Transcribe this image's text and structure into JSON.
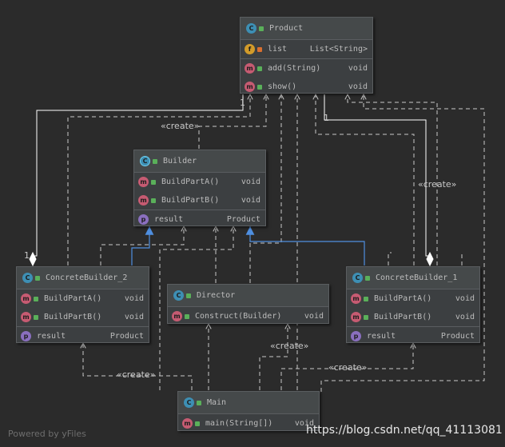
{
  "nodes": {
    "product": {
      "name": "Product",
      "fields": [
        {
          "name": "list",
          "type": "List<String>"
        }
      ],
      "methods": [
        {
          "name": "add(String)",
          "type": "void"
        },
        {
          "name": "show()",
          "type": "void"
        }
      ]
    },
    "builder": {
      "name": "Builder",
      "methods": [
        {
          "name": "BuildPartA()",
          "type": "void"
        },
        {
          "name": "BuildPartB()",
          "type": "void"
        }
      ],
      "properties": [
        {
          "name": "result",
          "type": "Product"
        }
      ]
    },
    "concrete_builder_2": {
      "name": "ConcreteBuilder_2",
      "methods": [
        {
          "name": "BuildPartA()",
          "type": "void"
        },
        {
          "name": "BuildPartB()",
          "type": "void"
        }
      ],
      "properties": [
        {
          "name": "result",
          "type": "Product"
        }
      ]
    },
    "concrete_builder_1": {
      "name": "ConcreteBuilder_1",
      "methods": [
        {
          "name": "BuildPartA()",
          "type": "void"
        },
        {
          "name": "BuildPartB()",
          "type": "void"
        }
      ],
      "properties": [
        {
          "name": "result",
          "type": "Product"
        }
      ]
    },
    "director": {
      "name": "Director",
      "methods": [
        {
          "name": "Construct(Builder)",
          "type": "void"
        }
      ]
    },
    "main": {
      "name": "Main",
      "methods": [
        {
          "name": "main(String[])",
          "type": "void"
        }
      ]
    }
  },
  "edge_labels": {
    "create": "«create»",
    "multiplicity_one": "1"
  },
  "badges": {
    "class": "C",
    "method": "m",
    "field": "f",
    "property": "p"
  },
  "icons": {
    "class": "class-icon",
    "method": "method-icon",
    "field": "field-icon",
    "property": "property-icon",
    "public": "public-visibility-icon",
    "private": "private-lock-icon"
  },
  "colors": {
    "background": "#2b2b2b",
    "node_fill": "#3c3f41",
    "dependency_line": "#c8c8c8",
    "inheritance_line": "#4f8fe0"
  },
  "footer": {
    "powered_by": "Powered by yFiles",
    "watermark": "https://blog.csdn.net/qq_41113081"
  }
}
